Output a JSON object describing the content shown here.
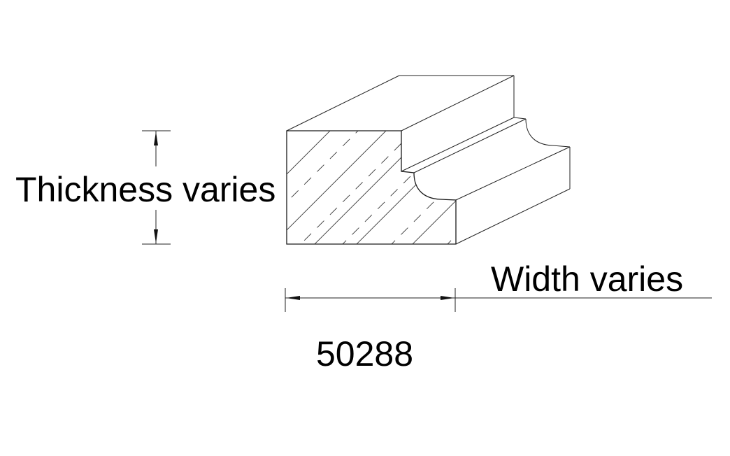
{
  "drawing": {
    "part_number": "50288",
    "thickness_label": "Thickness varies",
    "width_label": "Width varies",
    "section_hatch": "diagonal-dashed",
    "line_color": "#1a1a1a",
    "background": "#ffffff"
  }
}
